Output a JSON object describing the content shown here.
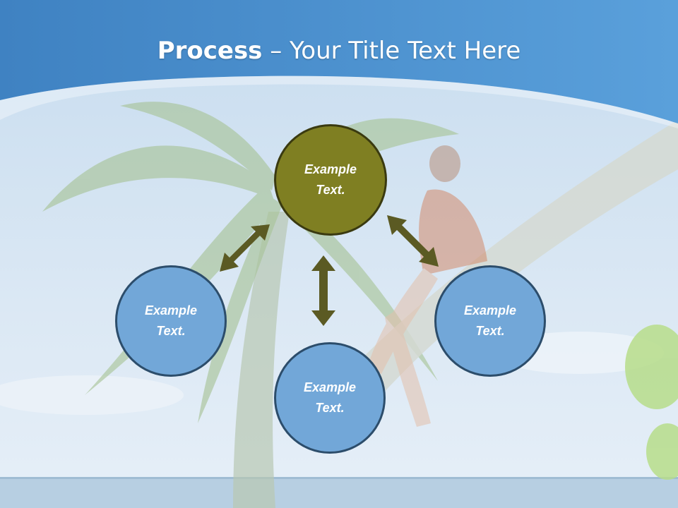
{
  "slide": {
    "title_bold": "Process",
    "title_rest": " – Your Title Text Here",
    "colors": {
      "header_blue": "#4f8fcc",
      "center_node": "#7f7f22",
      "outer_node": "#72a7d8",
      "arrow": "#5b5a23"
    }
  },
  "diagram": {
    "center": {
      "label": "Example\nText."
    },
    "nodes": [
      {
        "id": "left",
        "label": "Example\nText."
      },
      {
        "id": "bottom",
        "label": "Example\nText."
      },
      {
        "id": "right",
        "label": "Example\nText."
      }
    ]
  }
}
